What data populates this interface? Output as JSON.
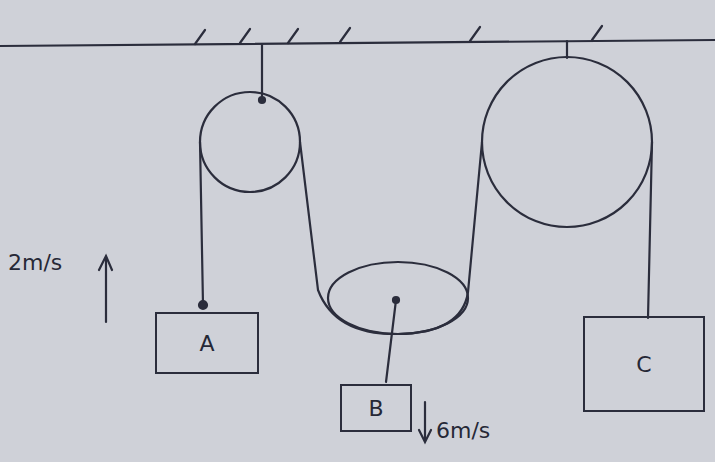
{
  "diagram": {
    "nodes": [
      {
        "text": [
          "A"
        ]
      },
      {
        "text": [
          "B"
        ]
      },
      {
        "text": [
          "C"
        ]
      }
    ],
    "labels": [
      "2m/s",
      "6m/s"
    ]
  }
}
